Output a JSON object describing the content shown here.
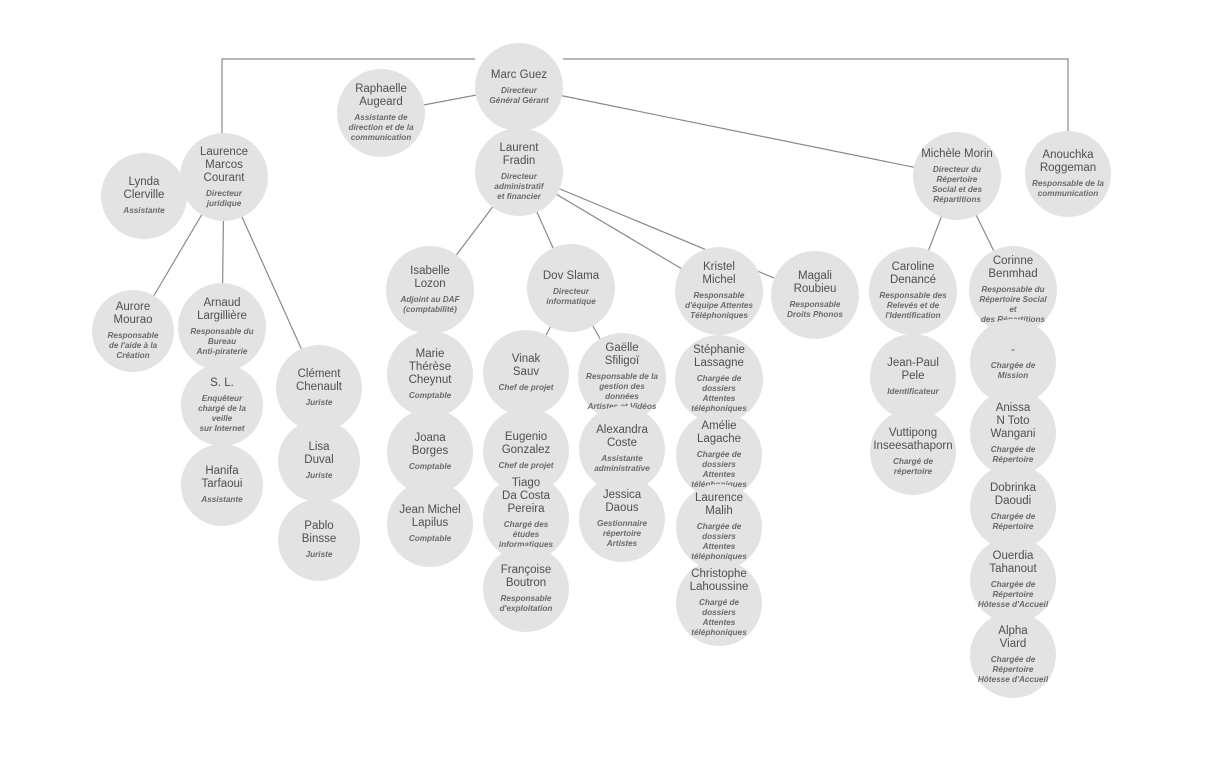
{
  "people": [
    {
      "id": "marc",
      "name": "Marc Guez",
      "role": "Directeur\nGénéral Gérant"
    },
    {
      "id": "raphaelle",
      "name": "Raphaelle\nAugeard",
      "role": "Assistante de\ndirection et de la\ncommunication"
    },
    {
      "id": "laurence_mc",
      "name": "Laurence\nMarcos Courant",
      "role": "Directeur\njuridique"
    },
    {
      "id": "lynda",
      "name": "Lynda\nClerville",
      "role": "Assistante"
    },
    {
      "id": "aurore",
      "name": "Aurore\nMourao",
      "role": "Responsable\nde l'aide à la\nCréation"
    },
    {
      "id": "arnaud",
      "name": "Arnaud\nLargillière",
      "role": "Responsable du\nBureau\nAnti-piraterie"
    },
    {
      "id": "sl",
      "name": "S. L.",
      "role": "Enquêteur\nchargé de la veille\nsur Internet"
    },
    {
      "id": "hanifa",
      "name": "Hanifa\nTarfaoui",
      "role": "Assistante"
    },
    {
      "id": "clement",
      "name": "Clément\nChenault",
      "role": "Juriste"
    },
    {
      "id": "lisa",
      "name": "Lisa\nDuval",
      "role": "Juriste"
    },
    {
      "id": "pablo",
      "name": "Pablo\nBinsse",
      "role": "Juriste"
    },
    {
      "id": "laurent",
      "name": "Laurent\nFradin",
      "role": "Directeur\nadministratif\net financier"
    },
    {
      "id": "isabelle",
      "name": "Isabelle Lozon",
      "role": "Adjoint au DAF\n(comptabilité)"
    },
    {
      "id": "marie",
      "name": "Marie Thérèse\nCheynut",
      "role": "Comptable"
    },
    {
      "id": "joana",
      "name": "Joana\nBorges",
      "role": "Comptable"
    },
    {
      "id": "jeanmichel",
      "name": "Jean Michel\nLapilus",
      "role": "Comptable"
    },
    {
      "id": "dov",
      "name": "Dov Slama",
      "role": "Directeur\ninformatique"
    },
    {
      "id": "vinak",
      "name": "Vinak\nSauv",
      "role": "Chef de projet"
    },
    {
      "id": "eugenio",
      "name": "Eugenio\nGonzalez",
      "role": "Chef de projet"
    },
    {
      "id": "tiago",
      "name": "Tiago\nDa Costa Pereira",
      "role": "Chargé des études\ninformatiques\nAMOA"
    },
    {
      "id": "francoise",
      "name": "Françoise\nBoutron",
      "role": "Responsable\nd'exploitation"
    },
    {
      "id": "gaelle",
      "name": "Gaëlle\nSfiligoï",
      "role": "Responsable de la\ngestion des données\nArtistes et Vidéos"
    },
    {
      "id": "alexandra",
      "name": "Alexandra\nCoste",
      "role": "Assistante\nadministrative"
    },
    {
      "id": "jessica",
      "name": "Jessica\nDaous",
      "role": "Gestionnaire\nrépertoire\nArtistes"
    },
    {
      "id": "kristel",
      "name": "Kristel\nMichel",
      "role": "Responsable\nd'équipe Attentes\nTéléphoniques"
    },
    {
      "id": "stephanie",
      "name": "Stéphanie\nLassagne",
      "role": "Chargée de dossiers\nAttentes\ntéléphoniques"
    },
    {
      "id": "amelie",
      "name": "Amélie\nLagache",
      "role": "Chargée de dossiers\nAttentes\ntéléphoniques"
    },
    {
      "id": "laurence_m",
      "name": "Laurence\nMalih",
      "role": "Chargée de dossiers\nAttentes\ntéléphoniques"
    },
    {
      "id": "christophe",
      "name": "Christophe\nLahoussine",
      "role": "Chargé de dossiers\nAttentes\ntéléphoniques"
    },
    {
      "id": "magali",
      "name": "Magali\nRoubieu",
      "role": "Responsable\nDroits Phonos"
    },
    {
      "id": "michele",
      "name": "Michèle Morin",
      "role": "Directeur du\nRépertoire\nSocial et des\nRépartitions"
    },
    {
      "id": "caroline",
      "name": "Caroline\nDenancé",
      "role": "Responsable des\nRelevés et de\nl'Identification"
    },
    {
      "id": "jeanpaul",
      "name": "Jean-Paul\nPele",
      "role": "Identificateur"
    },
    {
      "id": "vuttipong",
      "name": "Vuttipong\nInseesathaporn",
      "role": "Chargé de\nrépertoire"
    },
    {
      "id": "corinne",
      "name": "Corinne\nBenmhad",
      "role": "Responsable du\nRépertoire Social et\ndes Répartitions"
    },
    {
      "id": "dash",
      "name": "-",
      "role": "Chargée de\nMission"
    },
    {
      "id": "anissa",
      "name": "Anissa\nN Toto Wangani",
      "role": "Chargée de\nRépertoire"
    },
    {
      "id": "dobrinka",
      "name": "Dobrinka\nDaoudi",
      "role": "Chargée de\nRépertoire"
    },
    {
      "id": "ouerdia",
      "name": "Ouerdia\nTahanout",
      "role": "Chargée de Répertoire\nHôtesse d'Accueil"
    },
    {
      "id": "alpha",
      "name": "Alpha\nViard",
      "role": "Chargée de Répertoire\nHôtesse d'Accueil"
    },
    {
      "id": "anouchka",
      "name": "Anouchka\nRoggeman",
      "role": "Responsable de la\ncommunication"
    }
  ],
  "links": [
    [
      "marc",
      "raphaelle"
    ],
    [
      "marc",
      "laurence_mc"
    ],
    [
      "marc",
      "laurent"
    ],
    [
      "marc",
      "michele"
    ],
    [
      "marc",
      "anouchka"
    ],
    [
      "laurence_mc",
      "aurore"
    ],
    [
      "laurence_mc",
      "arnaud"
    ],
    [
      "laurence_mc",
      "clement"
    ],
    [
      "laurent",
      "isabelle"
    ],
    [
      "laurent",
      "dov"
    ],
    [
      "laurent",
      "kristel"
    ],
    [
      "laurent",
      "magali"
    ],
    [
      "isabelle",
      "marie"
    ],
    [
      "dov",
      "vinak"
    ],
    [
      "dov",
      "gaelle"
    ],
    [
      "kristel",
      "stephanie"
    ],
    [
      "michele",
      "caroline"
    ],
    [
      "michele",
      "corinne"
    ],
    [
      "caroline",
      "jeanpaul"
    ]
  ],
  "colors": {
    "node_fill": "#e3e3e3",
    "link": "#8a8a8a",
    "name_text": "#4f4f4f",
    "role_text": "#6a6a6a"
  }
}
